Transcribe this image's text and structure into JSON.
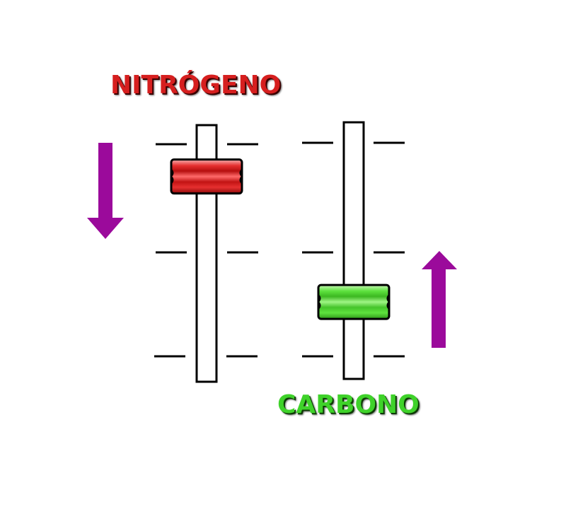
{
  "labels": {
    "nitrogen": "NITRÓGENO",
    "carbon": "CARBONO"
  },
  "sliders": [
    {
      "name": "nitrogen",
      "level": 0.8,
      "knob_color": "#e02626",
      "direction": "down"
    },
    {
      "name": "carbon",
      "level": 0.3,
      "knob_color": "#46d62e",
      "direction": "up"
    }
  ],
  "colors": {
    "arrow": "#9b0a9b",
    "nitrogen_text": "#d61f1f",
    "carbon_text": "#3fd22a",
    "line": "#000000"
  },
  "icons": [
    "arrow-down-icon",
    "arrow-up-icon"
  ]
}
